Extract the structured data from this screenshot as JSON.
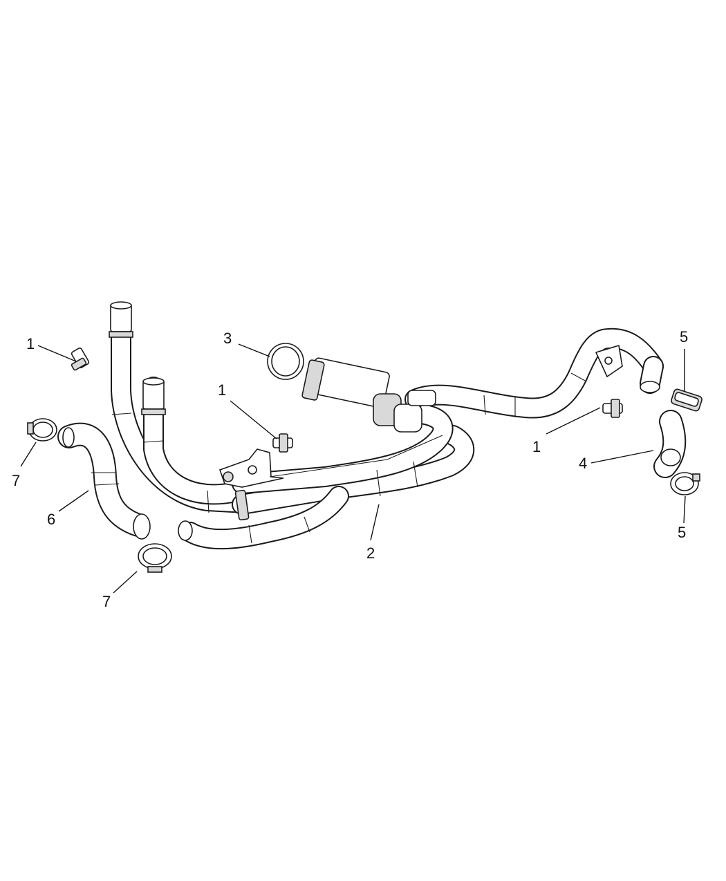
{
  "diagram": {
    "callouts": [
      {
        "id": "c1a",
        "label": "1"
      },
      {
        "id": "c1b",
        "label": "1"
      },
      {
        "id": "c1c",
        "label": "1"
      },
      {
        "id": "c2",
        "label": "2"
      },
      {
        "id": "c3",
        "label": "3"
      },
      {
        "id": "c4",
        "label": "4"
      },
      {
        "id": "c5a",
        "label": "5"
      },
      {
        "id": "c5b",
        "label": "5"
      },
      {
        "id": "c6",
        "label": "6"
      },
      {
        "id": "c7a",
        "label": "7"
      },
      {
        "id": "c7b",
        "label": "7"
      }
    ],
    "line_color": "#1a1a1a",
    "background": "#ffffff"
  }
}
